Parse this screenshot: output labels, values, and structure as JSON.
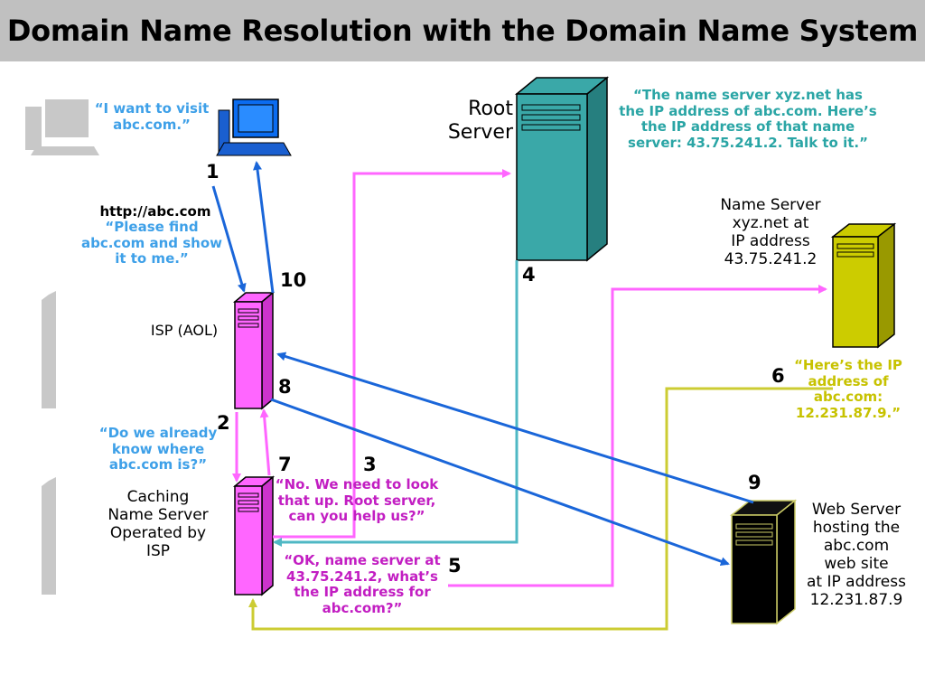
{
  "title": "Domain Name Resolution with the Domain Name System",
  "colors": {
    "title_bar": "#c0c0c0",
    "isp_server": "#ff66ff",
    "root_server": "#3aa8a8",
    "name_server": "#cccc00",
    "web_server": "#000000",
    "arrow_blue": "#1a66d9",
    "arrow_magenta": "#ff66ff",
    "arrow_teal": "#4fb8c4",
    "arrow_yellow": "#cccc33",
    "quote_blue": "#3ea0e8",
    "quote_magenta": "#c21ec2",
    "quote_teal": "#2aa5a5",
    "quote_yellow": "#c7c200"
  },
  "labels": {
    "root_server": [
      "Root",
      "Server"
    ],
    "name_server": [
      "Name Server",
      "xyz.net at",
      "IP address",
      "43.75.241.2"
    ],
    "isp": [
      "ISP (AOL)"
    ],
    "caching": [
      "Caching",
      "Name Server",
      "Operated by",
      "ISP"
    ],
    "web_server": [
      "Web Server",
      "hosting the",
      "abc.com",
      "web site",
      "at IP address",
      "12.231.87.9"
    ],
    "http": "http://abc.com"
  },
  "quotes": {
    "user": [
      "“I want to visit",
      "abc.com.”"
    ],
    "please_find": [
      "“Please find",
      "abc.com and show",
      "it to me.”"
    ],
    "already_know": [
      "“Do we already",
      "know where",
      "abc.com is?”"
    ],
    "need_look": [
      "“No. We need to look",
      "that up. Root server,",
      "can you help us?”"
    ],
    "ok_name_server": [
      "“OK, name server at",
      "43.75.241.2, what’s",
      "the IP address for",
      "abc.com?”"
    ],
    "root_reply": [
      "“The name server xyz.net has",
      "the IP address of abc.com. Here’s",
      "the IP address of that name",
      "server: 43.75.241.2. Talk to it.”"
    ],
    "heres_ip": [
      "“Here’s the IP",
      "address of",
      "abc.com:",
      "12.231.87.9.”"
    ]
  },
  "steps": {
    "s1": "1",
    "s2": "2",
    "s3": "3",
    "s4": "4",
    "s5": "5",
    "s6": "6",
    "s7": "7",
    "s8": "8",
    "s9": "9",
    "s10": "10"
  },
  "icons": [
    "computer-icon",
    "server-icon",
    "desktop-silhouette-icon",
    "arrow-icon"
  ]
}
